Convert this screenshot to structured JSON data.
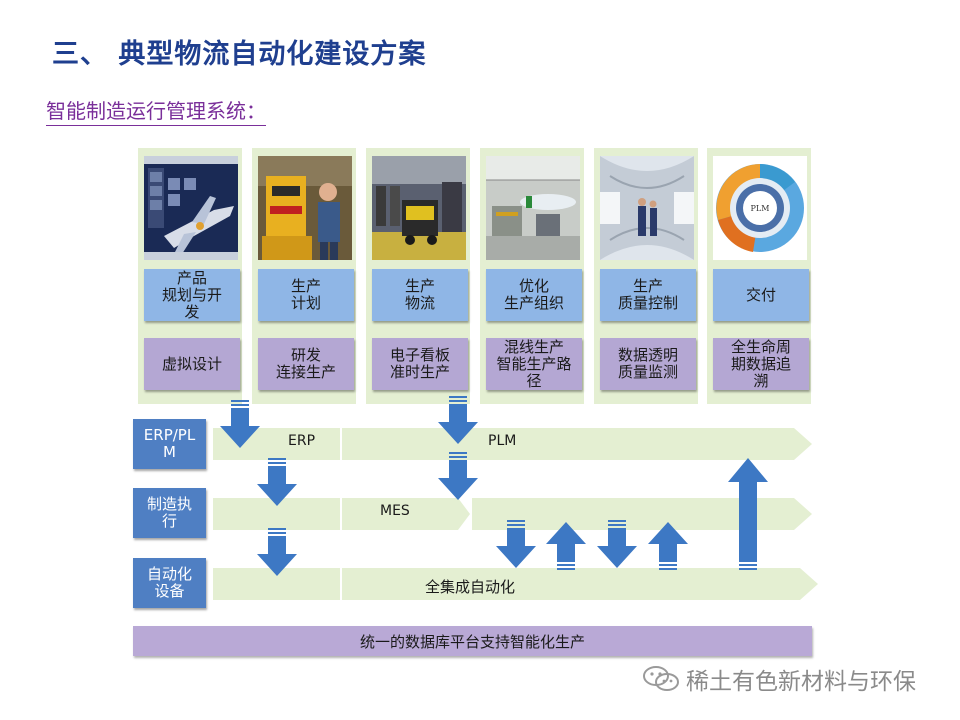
{
  "title": "三、 典型物流自动化建设方案",
  "subtitle": "智能制造运行管理系统：",
  "columns": [
    {
      "top_label": "产品\n规划与开\n发",
      "bottom_label": "虚拟设计",
      "image": "aircraft-design-screen"
    },
    {
      "top_label": "生产\n计划",
      "bottom_label": "研发\n连接生产",
      "image": "factory-worker-robot"
    },
    {
      "top_label": "生产\n物流",
      "bottom_label": "电子看板\n准时生产",
      "image": "logistics-vehicle"
    },
    {
      "top_label": "优化\n生产组织",
      "bottom_label": "混线生产\n智能生产路\n径",
      "image": "aircraft-assembly-hall"
    },
    {
      "top_label": "生产\n质量控制",
      "bottom_label": "数据透明\n质量监测",
      "image": "fuselage-inspection"
    },
    {
      "top_label": "交付",
      "bottom_label": "全生命周\n期数据追\n溯",
      "image": "plm-wheel"
    }
  ],
  "plm_wheel_text": "PLM",
  "rows": [
    {
      "label": "ERP/PL\nM",
      "segments": [
        "ERP",
        "PLM"
      ]
    },
    {
      "label": "制造执\n行",
      "segments": [
        "MES"
      ]
    },
    {
      "label": "自动化\n设备",
      "segments": [
        "全集成自动化"
      ]
    }
  ],
  "platform": "统一的数据库平台支持智能化生产",
  "watermark": "稀土有色新材料与环保",
  "colors": {
    "title": "#1f3f8f",
    "subtitle": "#7a2f9a",
    "band": "#e4efd2",
    "blue_box": "#8fb6e6",
    "purple_box": "#b4a7d3",
    "row_label": "#4f7fc3",
    "arrow": "#3d78c4",
    "platform": "#b9a9d6"
  }
}
